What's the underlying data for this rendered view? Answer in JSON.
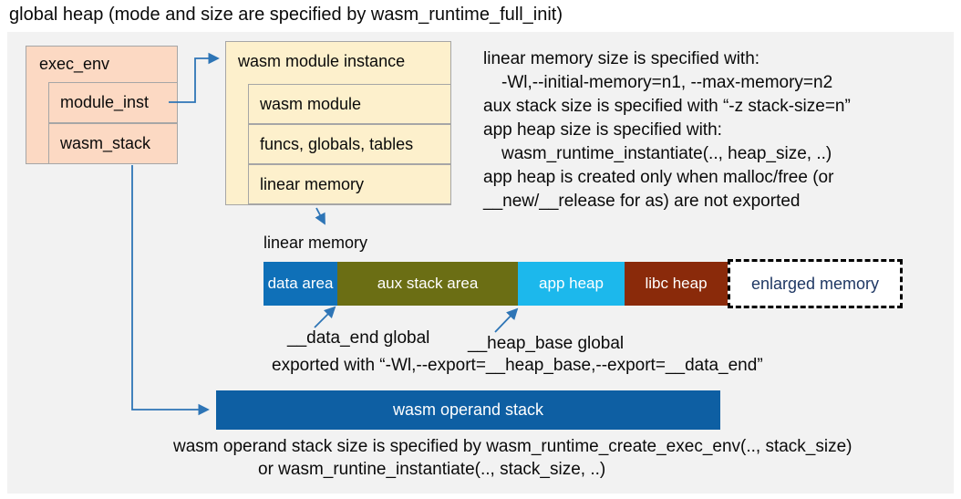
{
  "title": "global heap (mode and size are specified by wasm_runtime_full_init)",
  "exec_env_box": {
    "title": "exec_env",
    "items": [
      {
        "label": "module_inst"
      },
      {
        "label": "wasm_stack"
      }
    ]
  },
  "module_instance_box": {
    "title": "wasm module instance",
    "items": [
      {
        "label": "wasm module"
      },
      {
        "label": "funcs, globals, tables"
      },
      {
        "label": "linear memory"
      }
    ]
  },
  "memory_notes": {
    "lines": [
      "linear memory size is specified with:",
      "-Wl,--initial-memory=n1, --max-memory=n2",
      "aux stack size is specified with “-z stack-size=n”",
      "app heap size is specified with:",
      "wasm_runtime_instantiate(.., heap_size, ..)",
      "app heap is created only when malloc/free (or",
      "__new/__release for as) are not exported"
    ]
  },
  "linear_memory": {
    "label": "linear memory",
    "segments": [
      {
        "label": "data area"
      },
      {
        "label": "aux stack area"
      },
      {
        "label": "app heap"
      },
      {
        "label": "libc heap"
      },
      {
        "label": "enlarged memory"
      }
    ],
    "data_end_label": "__data_end global",
    "heap_base_label": "__heap_base global",
    "export_note": "exported with “-Wl,--export=__heap_base,--export=__data_end”"
  },
  "operand_stack": {
    "label": "wasm operand stack",
    "captions": [
      "wasm operand stack size is specified by wasm_runtime_create_exec_env(.., stack_size)",
      "or wasm_runtine_instantiate(.., stack_size, ..)"
    ]
  },
  "colors": {
    "canvas": "#f2f2f2",
    "exec_env_fill": "#fcd9c3",
    "module_instance_fill": "#fdf0cc",
    "data_area": "#0f70b8",
    "aux_stack_area": "#6b6e14",
    "app_heap": "#1cb8ec",
    "libc_heap": "#8a2a0a",
    "enlarged_memory_bg": "#ffffff",
    "enlarged_memory_text": "#1f3864",
    "operand_stack": "#0e5fa3",
    "connector": "#2e75b6"
  }
}
